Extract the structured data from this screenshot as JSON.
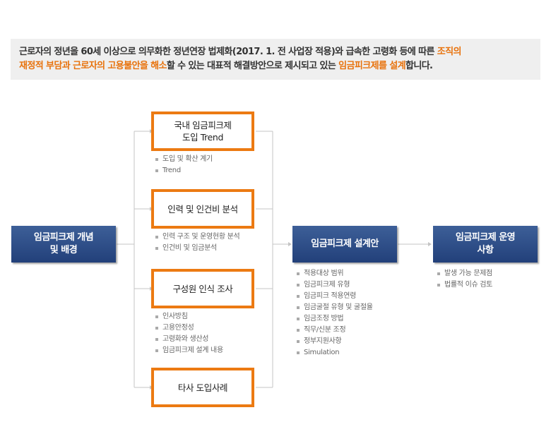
{
  "intro": {
    "segments": [
      {
        "text": "근로자의 정년을 60세 이상으로 의무화한 정년연장 법제화(2017. 1. 전 사업장 적용)와 급속한 고령화 등에 따른 ",
        "highlight": false
      },
      {
        "text": "조직의",
        "highlight": true
      },
      {
        "text": "재정적 부담과 근로자의 고용불안을 해소",
        "highlight": true
      },
      {
        "text": "할 수 있는 대표적 해결방안으로 제시되고 있는 ",
        "highlight": false
      },
      {
        "text": "임금피크제를 설계",
        "highlight": true
      },
      {
        "text": "합니다.",
        "highlight": false
      }
    ]
  },
  "start_box": {
    "line1": "임금피크제 개념",
    "line2": "및 배경"
  },
  "branches": [
    {
      "line1": "국내 임금피크제",
      "line2": "도입 Trend",
      "bullets": [
        "도입 및 확산 계기",
        "Trend"
      ]
    },
    {
      "line1": "인력 및 인건비 분석",
      "line2": "",
      "bullets": [
        "인력 구조 및 운영현황 분석",
        "인건비 및 임금분석"
      ]
    },
    {
      "line1": "구성원 인식 조사",
      "line2": "",
      "bullets": [
        "인사방침",
        "고용안정성",
        "고령화와 생산성",
        "임금피크제 설계 내용"
      ]
    },
    {
      "line1": "타사 도입사례",
      "line2": "",
      "bullets": []
    }
  ],
  "design_box": {
    "label": "임금피크제 설계안",
    "bullets": [
      "적용대상 범위",
      "임금피크제 유형",
      "임금피크 적용연령",
      "임금굴절 유형 및 굴절율",
      "임금조정 방법",
      "직무/신분 조정",
      "정부지원사항",
      "Simulation"
    ]
  },
  "final_box": {
    "line1": "임금피크제 운영",
    "line2": "사항",
    "bullets": [
      "발생 가능 문제점",
      "법률적 이슈 검토"
    ]
  },
  "colors": {
    "accent": "#ec7a12",
    "box_blue": "#2b4a85",
    "highlight_text": "#e8720c"
  }
}
